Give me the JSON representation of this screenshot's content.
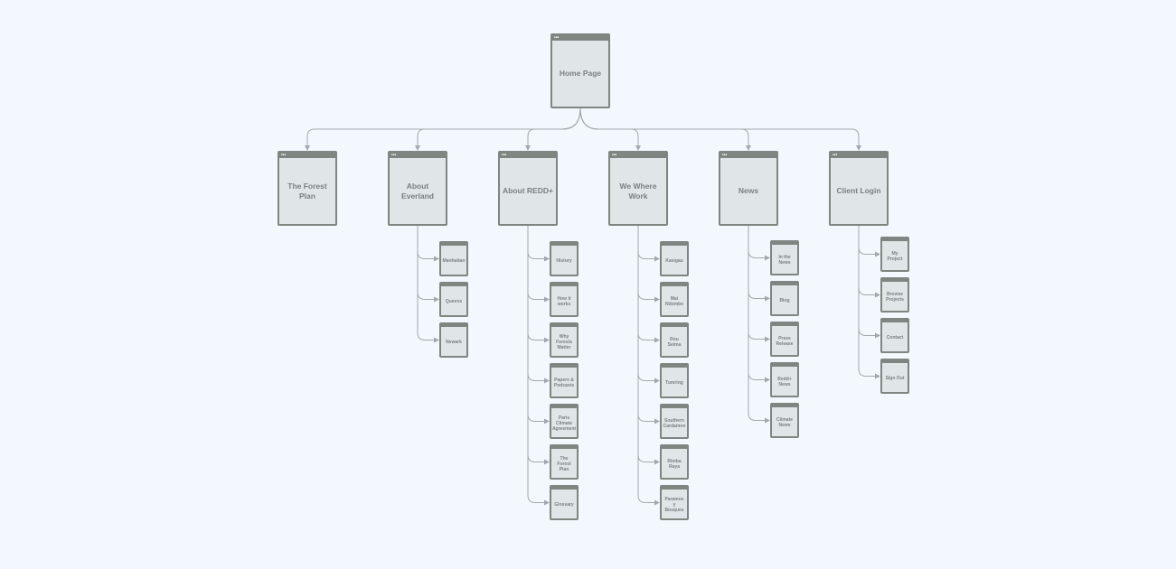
{
  "sitemap": {
    "root": {
      "label": "Home Page"
    },
    "sections": [
      {
        "label": "The Forest Plan",
        "children": []
      },
      {
        "label": "About Everland",
        "children": [
          "Manhattan",
          "Queens",
          "Newark"
        ]
      },
      {
        "label": "About REDD+",
        "children": [
          "History",
          "How it works",
          "Why Forests Matter",
          "Papers & Podcasts",
          "Paris Climate Agreement",
          "The Forest Plan",
          "Glossary"
        ]
      },
      {
        "label": "We Where Work",
        "children": [
          "Kasigau",
          "Mai Ndombe",
          "Rou Seima",
          "Tumring",
          "Southern Cardamon",
          "Rimba Raya",
          "Paramos y Bosques"
        ]
      },
      {
        "label": "News",
        "children": [
          "In the News",
          "Blog",
          "Press Release",
          "Redd+ News",
          "Climate News"
        ]
      },
      {
        "label": "Client Login",
        "children": [
          "My Project",
          "Browse Projects",
          "Contact",
          "Sign Out"
        ]
      }
    ]
  },
  "colors": {
    "background": "#f2f8fd",
    "box_fill": "#e0e5e8",
    "box_border": "#7f8580",
    "text": "#7b7f82",
    "connector": "#a3a8ad"
  },
  "icons": {
    "window_dots": "•••"
  }
}
